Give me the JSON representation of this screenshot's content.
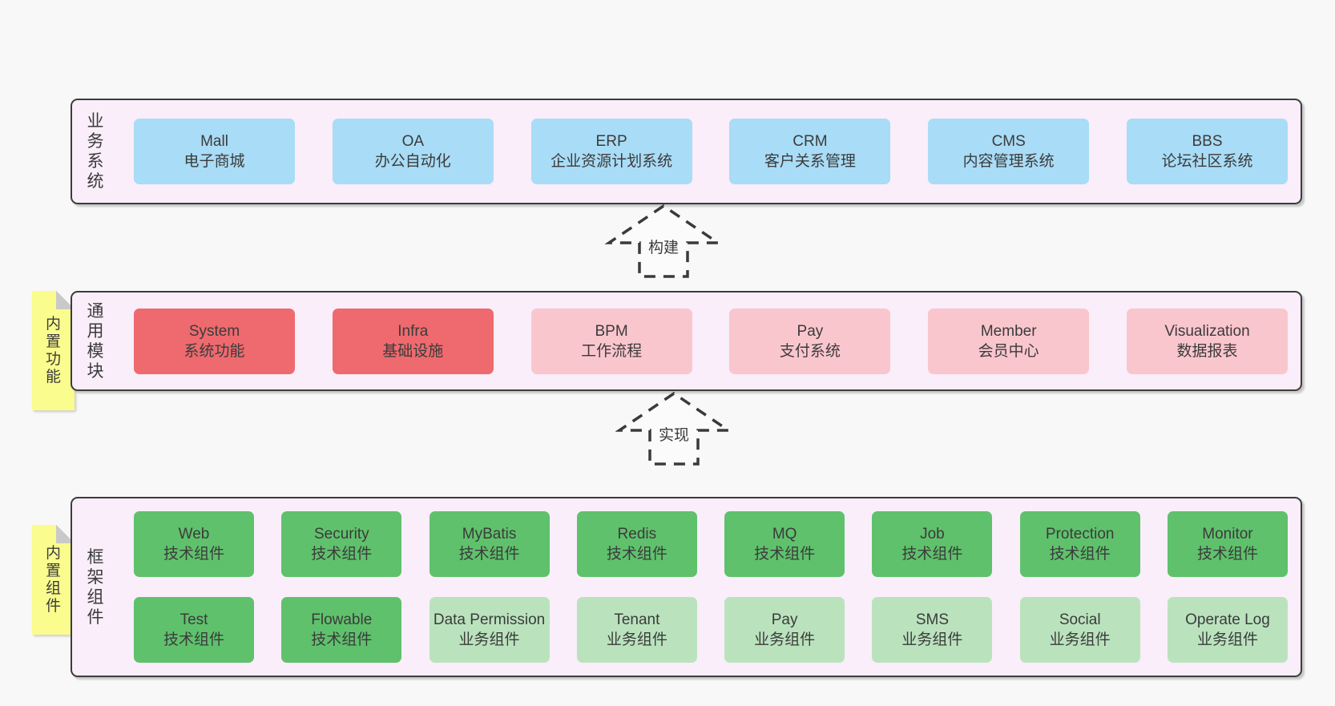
{
  "colors": {
    "background": "#f8f8f8",
    "container_fill": "#f9eef9",
    "container_border": "#3c3c3c",
    "business_box_blue": "#a9dcf6",
    "core_module_red": "#ee6a6e",
    "module_pink": "#fac6ce",
    "tech_component_green": "#5fc16c",
    "biz_component_light_green": "#bae3bd",
    "sticky_yellow": "#fbfc8e",
    "sticky_fold_gray": "#c9c9c9",
    "text": "#3b3b3b"
  },
  "layers": [
    {
      "label": "业务系统",
      "boxes": [
        {
          "name": "Mall",
          "desc": "电子商城"
        },
        {
          "name": "OA",
          "desc": "办公自动化"
        },
        {
          "name": "ERP",
          "desc": "企业资源计划系统"
        },
        {
          "name": "CRM",
          "desc": "客户关系管理"
        },
        {
          "name": "CMS",
          "desc": "内容管理系统"
        },
        {
          "name": "BBS",
          "desc": "论坛社区系统"
        }
      ]
    },
    {
      "label": "通用模块",
      "sticky": "内置功能",
      "boxes": [
        {
          "name": "System",
          "desc": "系统功能"
        },
        {
          "name": "Infra",
          "desc": "基础设施"
        },
        {
          "name": "BPM",
          "desc": "工作流程"
        },
        {
          "name": "Pay",
          "desc": "支付系统"
        },
        {
          "name": "Member",
          "desc": "会员中心"
        },
        {
          "name": "Visualization",
          "desc": "数据报表"
        }
      ]
    },
    {
      "label": "框架组件",
      "sticky": "内置组件",
      "rows": [
        [
          {
            "name": "Web",
            "desc": "技术组件"
          },
          {
            "name": "Security",
            "desc": "技术组件"
          },
          {
            "name": "MyBatis",
            "desc": "技术组件"
          },
          {
            "name": "Redis",
            "desc": "技术组件"
          },
          {
            "name": "MQ",
            "desc": "技术组件"
          },
          {
            "name": "Job",
            "desc": "技术组件"
          },
          {
            "name": "Protection",
            "desc": "技术组件"
          },
          {
            "name": "Monitor",
            "desc": "技术组件"
          }
        ],
        [
          {
            "name": "Test",
            "desc": "技术组件"
          },
          {
            "name": "Flowable",
            "desc": "技术组件"
          },
          {
            "name": "Data Permission",
            "desc": "业务组件"
          },
          {
            "name": "Tenant",
            "desc": "业务组件"
          },
          {
            "name": "Pay",
            "desc": "业务组件"
          },
          {
            "name": "SMS",
            "desc": "业务组件"
          },
          {
            "name": "Social",
            "desc": "业务组件"
          },
          {
            "name": "Operate Log",
            "desc": "业务组件"
          }
        ]
      ]
    }
  ],
  "arrows": [
    {
      "label": "构建"
    },
    {
      "label": "实现"
    }
  ]
}
